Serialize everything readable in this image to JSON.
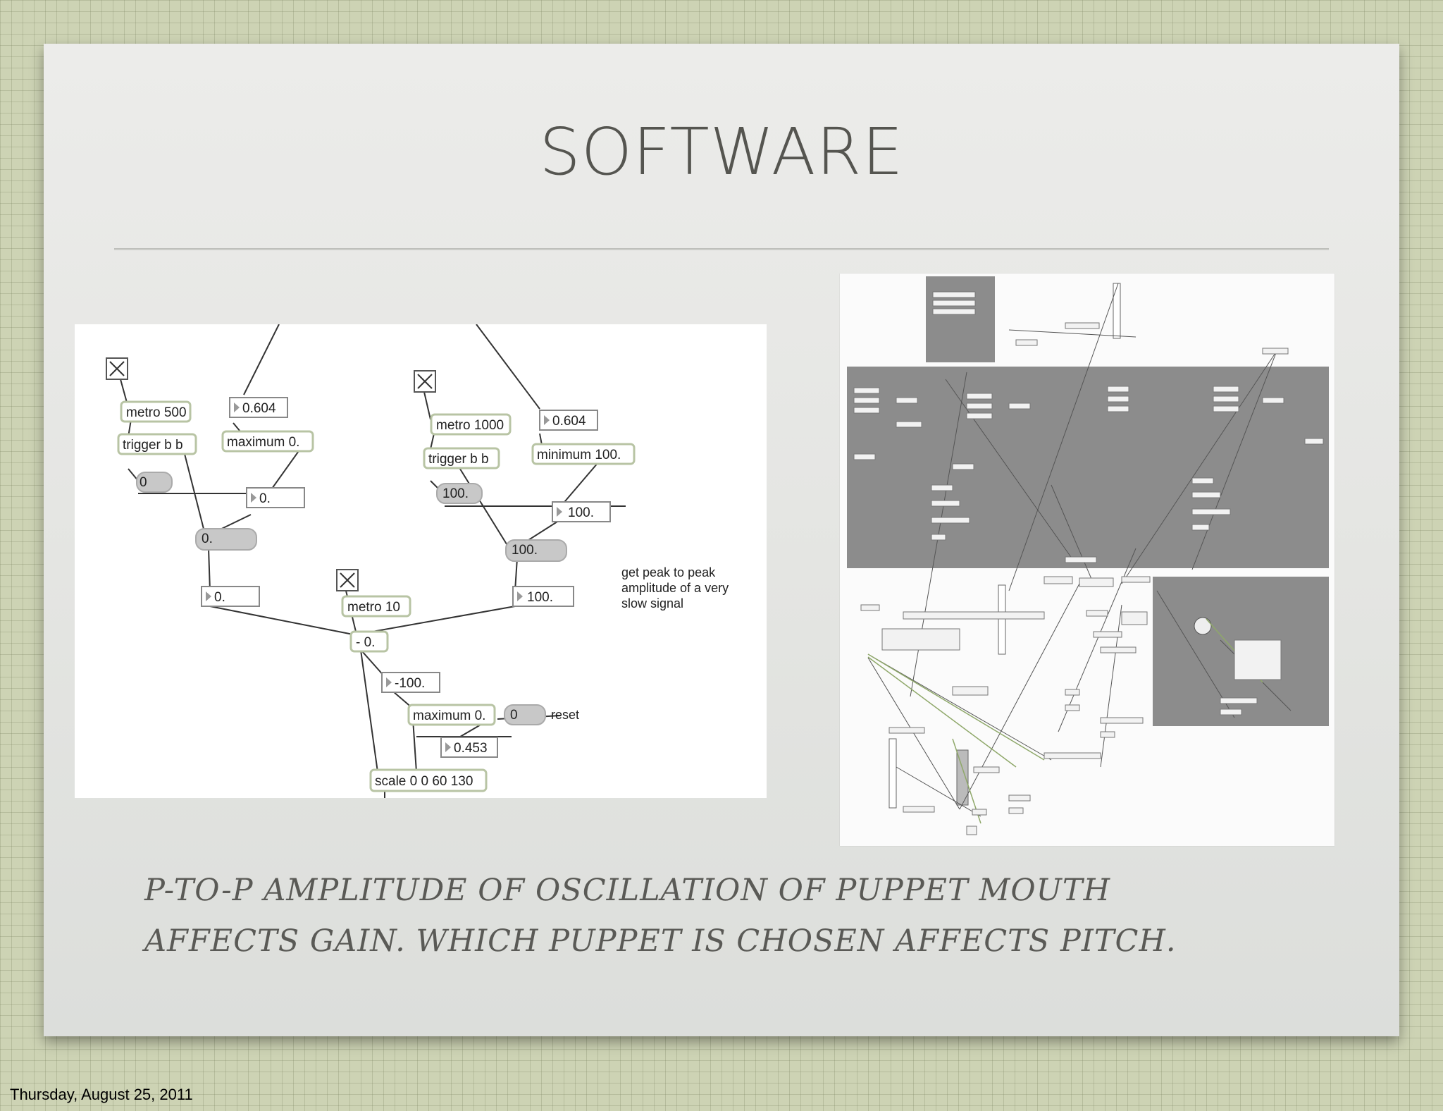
{
  "slide": {
    "title": "SOFTWARE",
    "caption_line1": "P-TO-P AMPLITUDE  OF OSCILLATION OF PUPPET MOUTH",
    "caption_line2": "AFFECTS GAIN. WHICH PUPPET IS CHOSEN AFFECTS PITCH.",
    "footer_date": "Thursday, August 25, 2011"
  },
  "patch_left": {
    "metro_a": "metro 500",
    "trigger_a": "trigger b b",
    "int_a": "0",
    "number_top_a": "0.604",
    "maximum_a": "maximum 0.",
    "float_a": "0.",
    "msg_a": "0.",
    "float_a2": "0.",
    "metro_b": "metro 1000",
    "trigger_b": "trigger b b",
    "number_top_b": "0.604",
    "minimum_b": "minimum 100.",
    "msg_b_init": "100.",
    "float_b": "100.",
    "msg_b": "100.",
    "float_b2": "100.",
    "comment": [
      "get peak to peak",
      "amplitude of a very",
      "slow signal"
    ],
    "metro_c": "metro 10",
    "minus": "- 0.",
    "float_neg": "-100.",
    "maximum_c": "maximum 0.",
    "reset_value": "0",
    "reset_label": "reset",
    "float_out": "0.453",
    "scale": "scale 0 0 60 130"
  },
  "colors": {
    "grid_bg": "#cdd3b4",
    "slide_bg": "#e8e8e6",
    "title": "#555550",
    "panel_gray": "#8c8c8c"
  }
}
